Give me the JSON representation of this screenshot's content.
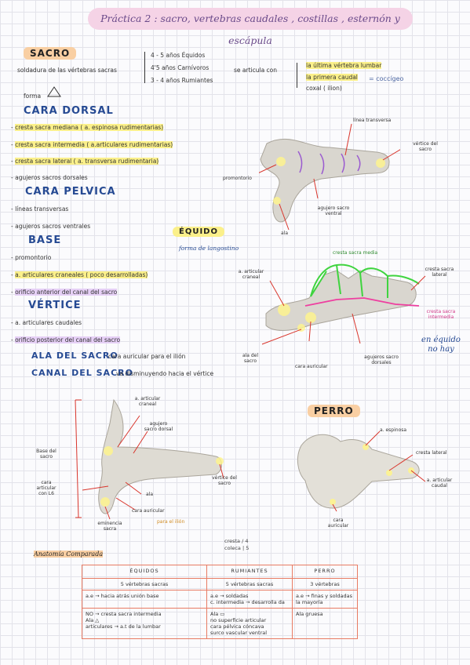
{
  "title": "Práctica 2 : sacro, vertebras caudales , costillas , esternón y escápula",
  "sacro": {
    "tag": "SACRO",
    "desc": "soldadura de las vértebras sacras",
    "counts": [
      "4 - 5 años Équidos",
      "4'5 años Carnívoros",
      "3 - 4 años Rumiantes"
    ],
    "articula": "se articula con",
    "articula_items": [
      "la última vértebra lumbar",
      "la primera caudal",
      "coxal ( ilion)"
    ],
    "coccigeo": "= coccígeo",
    "forma": "forma",
    "cara_dorsal": "CARA DORSAL",
    "cd_items": [
      "cresta sacra mediana ( a. espinosa rudimentarias)",
      "cresta sacra intermedia ( a.articulares rudimentarias)",
      "cresta sacra lateral ( a. transversa rudimentaria)",
      "agujeros sacros dorsales"
    ],
    "cara_pelvica": "CARA PELVICA",
    "cp_items": [
      "líneas transversas",
      "agujeros sacros ventrales"
    ],
    "base": "BASE",
    "base_items": [
      "promontorio",
      "a. articulares craneales ( poco desarrolladas)",
      "orificio anterior del canal del sacro"
    ],
    "vertice": "VÉRTICE",
    "vertice_items": [
      "a. articulares caudales",
      "orificio posterior del canal del sacro"
    ],
    "ala_label": "ALA DEL SACRO",
    "ala_text": "cara auricular para el ilión",
    "canal_label": "CANAL DEL SACRO",
    "canal_text": "va disminuyendo hacia el vértice"
  },
  "equido_fig": {
    "tag": "ÉQUIDO",
    "note": "forma de langostino",
    "labels": {
      "lineas_transversas": "línea transversa",
      "vertice": "vértice del sacro",
      "promontorio": "promontorio",
      "agujero_ventral": "agujero sacro ventral",
      "ala": "ala",
      "cresta_mediana": "cresta sacra media",
      "a_art_craneal": "a. articular craneal",
      "cresta_lateral": "cresta sacra lateral",
      "ala_sacro": "ala del sacro",
      "cara_auricular": "cara auricular",
      "agujero_dorsal": "agujeros sacro dorsales",
      "cresta_intermedia": "cresta sacra intermedia",
      "en_equido": "en équido no hay"
    }
  },
  "rumiante_fig": {
    "labels": {
      "a_art_craneal": "a. articular craneal",
      "agujero_dorsal": "agujero sacro dorsal",
      "base": "Base del sacro",
      "cara_art_l6": "cara articular con L6",
      "ala": "ala",
      "cara_auricular": "cara auricular",
      "vertice": "vértice del sacro",
      "eminencia": "eminencia sacra",
      "solo_ilion": "para el ilión"
    }
  },
  "perro_fig": {
    "tag": "PERRO",
    "labels": {
      "a_espinosa": "a. espinosa",
      "cresta_lateral": "cresta lateral",
      "a_art_caudal": "a. articular caudal",
      "cara_auricular": "cara auricular"
    }
  },
  "anatomia": {
    "tag": "Anatomía Comparada",
    "fused_note": "cresta / 4 \ncoleca | 5",
    "headers": [
      "ÉQUIDOS",
      "RUMIANTES",
      "PERRO"
    ],
    "rows": [
      [
        "5 vértebras sacras",
        "5 vértebras sacras",
        "3 vértebras"
      ],
      [
        "a.e → hacia atrás unión base",
        "a.e → soldadas\nc. intermedia → desarrolla da",
        "a.e → finas y soldadas\nla mayoría"
      ],
      [
        "NO → cresta sacra intermedia\nAla △\narticulares → a.t de la lumbar",
        "Ala ▭\nno superficie articular\ncara pélvica cóncava\nsurco vascular ventral",
        "Ala gruesa"
      ]
    ]
  }
}
